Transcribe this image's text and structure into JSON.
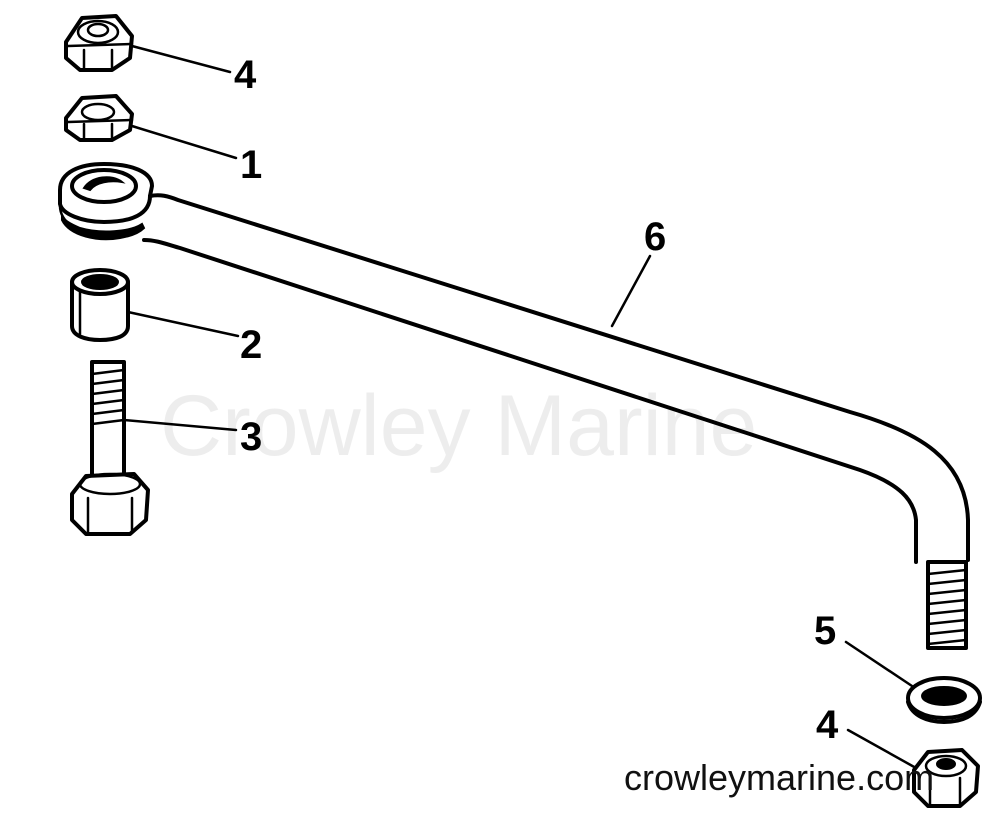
{
  "diagram": {
    "callouts": [
      {
        "id": "callout-4-top",
        "label": "4"
      },
      {
        "id": "callout-1",
        "label": "1"
      },
      {
        "id": "callout-6",
        "label": "6"
      },
      {
        "id": "callout-2",
        "label": "2"
      },
      {
        "id": "callout-3",
        "label": "3"
      },
      {
        "id": "callout-5",
        "label": "5"
      },
      {
        "id": "callout-4-bottom",
        "label": "4"
      }
    ],
    "watermark": "Crowley Marine",
    "website": "crowleymarine.com"
  }
}
